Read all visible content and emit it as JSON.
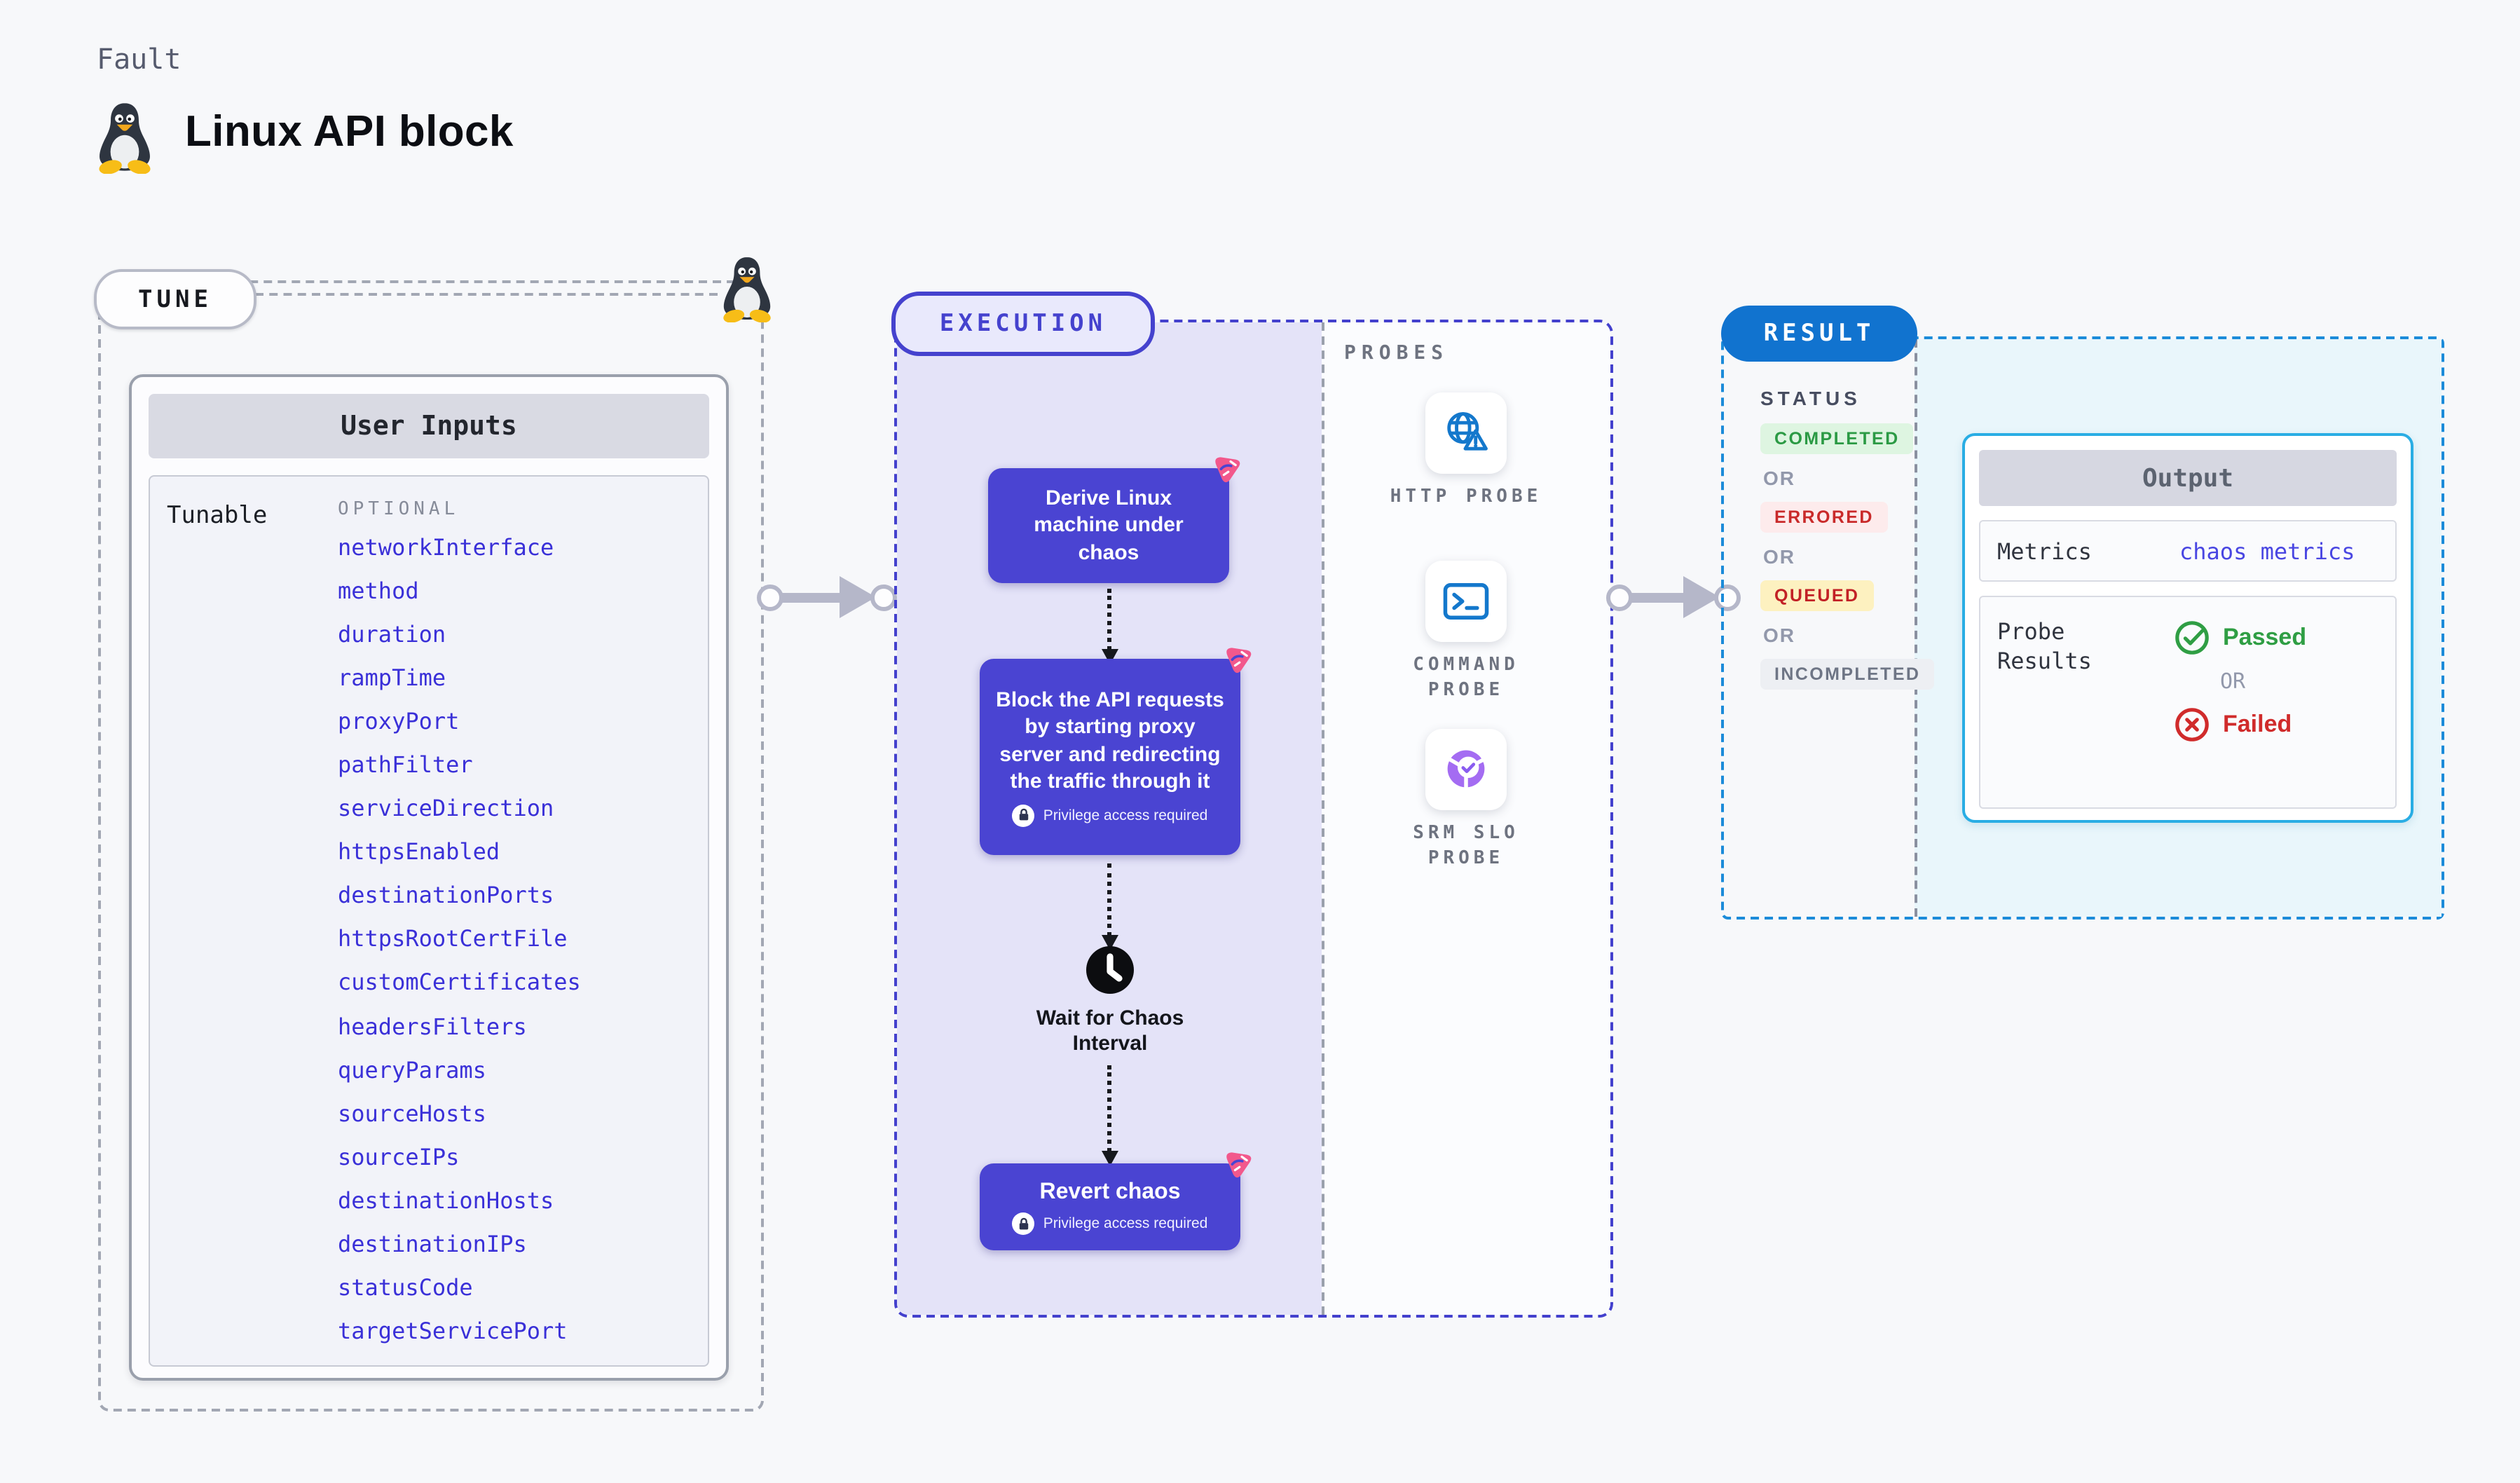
{
  "header": {
    "eyebrow": "Fault",
    "title": "Linux API block"
  },
  "tune": {
    "label": "TUNE",
    "card_title": "User Inputs",
    "row_label": "Tunable",
    "row_tag": "OPTIONAL",
    "params": [
      "networkInterface",
      "method",
      "duration",
      "rampTime",
      "proxyPort",
      "pathFilter",
      "serviceDirection",
      "httpsEnabled",
      "destinationPorts",
      "httpsRootCertFile",
      "customCertificates",
      "headersFilters",
      "queryParams",
      "sourceHosts",
      "sourceIPs",
      "destinationHosts",
      "destinationIPs",
      "statusCode",
      "targetServicePort"
    ]
  },
  "execution": {
    "label": "EXECUTION",
    "privilege_label": "Privilege access required",
    "wait_label": "Wait for Chaos Interval",
    "nodes": [
      {
        "text": "Derive Linux machine under chaos"
      },
      {
        "text": "Block the API requests by starting proxy server and redirecting the traffic through it"
      },
      {
        "text": "Revert chaos"
      }
    ]
  },
  "probes": {
    "label": "PROBES",
    "items": [
      {
        "name": "HTTP PROBE",
        "icon": "globe-alert-icon"
      },
      {
        "name": "COMMAND PROBE",
        "icon": "terminal-icon"
      },
      {
        "name": "SRM SLO PROBE",
        "icon": "slo-donut-icon"
      }
    ]
  },
  "result": {
    "label": "RESULT",
    "status_title": "STATUS",
    "or_label": "OR",
    "statuses": [
      {
        "text": "COMPLETED",
        "color": "#2b9a44",
        "bg": "#def5e1"
      },
      {
        "text": "ERRORED",
        "color": "#c92a2a",
        "bg": "#fdebec"
      },
      {
        "text": "QUEUED",
        "color": "#c22126",
        "bg": "#fdf1c0"
      },
      {
        "text": "INCOMPLETED",
        "color": "#6e7585",
        "bg": "#edeff3"
      }
    ],
    "output": {
      "title": "Output",
      "metrics_label": "Metrics",
      "metrics_value": "chaos metrics",
      "probe_results_label": "Probe Results",
      "passed_label": "Passed",
      "failed_label": "Failed",
      "or_label": "OR"
    }
  },
  "colors": {
    "node_indigo": "#4a44d2",
    "execution_border": "#4340cd",
    "execution_fill": "#e4e3f8",
    "result_border": "#1b8bd9",
    "result_fill": "#e9f6fb",
    "result_pill": "#1173cf",
    "output_border": "#29ade4",
    "param_link": "#3a30d8",
    "passed_green": "#2f9e44",
    "failed_red": "#d02b2b",
    "chaos_pink": "#f2588c",
    "arrow_gray": "#b5b7c9"
  }
}
